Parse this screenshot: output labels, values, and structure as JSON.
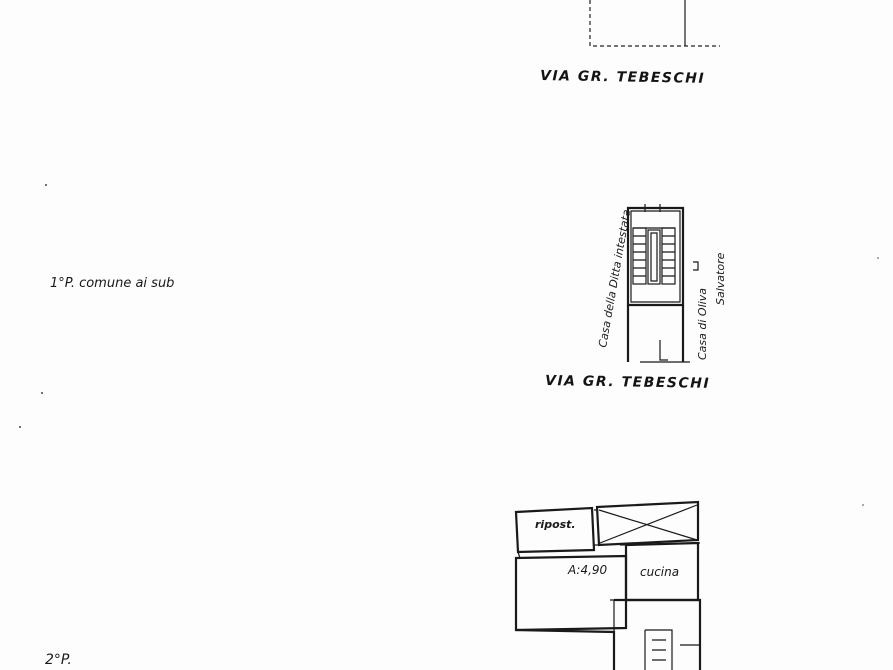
{
  "labels": {
    "street_top": "VIA GR. TEBESCHI",
    "street_middle": "VIA GR. TEBESCHI",
    "floor_1": "1°P.  comune ai sub",
    "floor_2": "2°P.",
    "left_neighbor": "Casa della Ditta intestata",
    "right_neighbor_1": "Casa di Oliva",
    "right_neighbor_2": "Salvatore",
    "room_storage": "ripost.",
    "room_dim": "A:4,90",
    "room_kitchen": "cucina"
  }
}
